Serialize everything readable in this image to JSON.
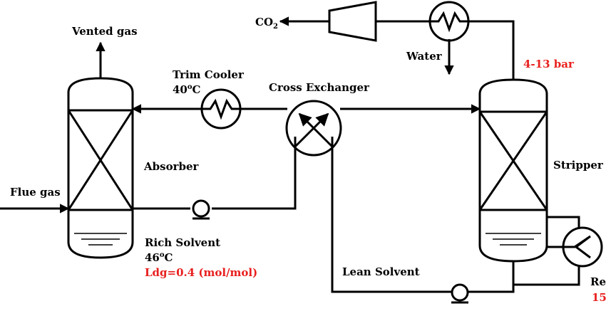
{
  "labels": {
    "vented_gas": "Vented gas",
    "trim_cooler": "Trim Cooler",
    "trim_cooler_temp_value": "40",
    "trim_cooler_temp_sup": "o",
    "trim_cooler_temp_unit": "C",
    "cross_exchanger": "Cross Exchanger",
    "co2_main": "CO",
    "co2_sub": "2",
    "water": "Water",
    "pressure": "4-13 bar",
    "absorber": "Absorber",
    "stripper": "Stripper",
    "flue_gas": "Flue gas",
    "rich_solvent": "Rich Solvent",
    "rich_temp_value": "46",
    "rich_temp_sup": "o",
    "rich_temp_unit": "C",
    "loading": "Ldg=0.4 (mol/mol)",
    "lean_solvent": "Lean Solvent",
    "reboiler_partial": "Re",
    "reboiler_value_partial": "15"
  },
  "colors": {
    "line": "#000000",
    "highlight": "#e8201e",
    "background": "#ffffff"
  }
}
